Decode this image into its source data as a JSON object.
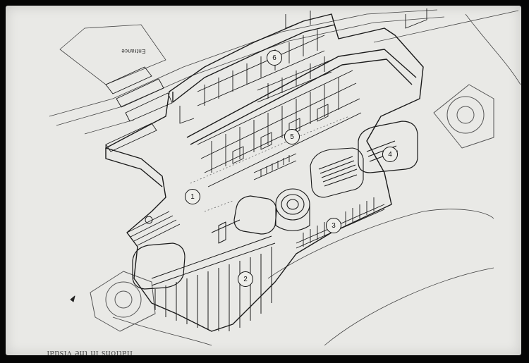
{
  "drawing": {
    "entrance_label": "Entrance",
    "zones": [
      {
        "label": "1"
      },
      {
        "label": "2"
      },
      {
        "label": "3"
      },
      {
        "label": "4"
      },
      {
        "label": "5"
      },
      {
        "label": "6"
      }
    ]
  },
  "caption": {
    "text": "llations in the visual"
  },
  "colors": {
    "paper": "#e9e9e6",
    "ink": "#111111",
    "frame": "#050505"
  }
}
